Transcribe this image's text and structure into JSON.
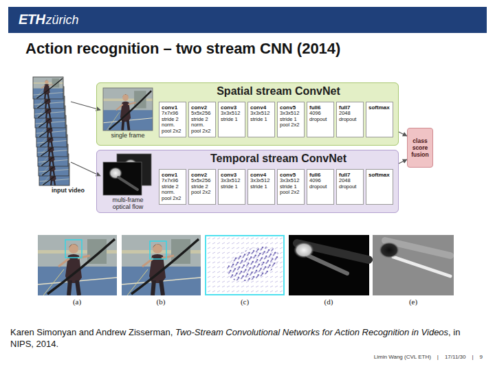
{
  "diagram": {
    "title": "Action recognition – two stream CNN (2014)",
    "nodes": [
      {
        "text": [
          "Spatial stream ConvNet"
        ]
      },
      {
        "text": [
          "conv1",
          "7x7x96 stride 2 norm. pool 2x2"
        ],
        "in": 0
      },
      {
        "text": [
          "conv2",
          "5x5x256 stride 2 norm. pool 2x2"
        ],
        "in": 0
      },
      {
        "text": [
          "conv3",
          "3x3x512 stride 1"
        ],
        "in": 0
      },
      {
        "text": [
          "conv4",
          "3x3x512 stride 1"
        ],
        "in": 0
      },
      {
        "text": [
          "conv5",
          "3x3x512 stride 1 pool 2x2"
        ],
        "in": 0
      },
      {
        "text": [
          "full6",
          "4096 dropout"
        ],
        "in": 0
      },
      {
        "text": [
          "full7",
          "2048 dropout"
        ],
        "in": 0
      },
      {
        "text": [
          "softmax"
        ],
        "in": 0
      },
      {
        "text": [
          "Temporal stream ConvNet"
        ]
      },
      {
        "text": [
          "conv1",
          "7x7x96 stride 2 norm. pool 2x2"
        ],
        "in": 9
      },
      {
        "text": [
          "conv2",
          "5x5x256 stride 2 pool 2x2"
        ],
        "in": 9
      },
      {
        "text": [
          "conv3",
          "3x3x512 stride 1"
        ],
        "in": 9
      },
      {
        "text": [
          "conv4",
          "3x3x512 stride 1"
        ],
        "in": 9
      },
      {
        "text": [
          "conv5",
          "3x3x512 stride 1 pool 2x2"
        ],
        "in": 9
      },
      {
        "text": [
          "full6",
          "4096 dropout"
        ],
        "in": 9
      },
      {
        "text": [
          "full7",
          "2048 dropout"
        ],
        "in": 9
      },
      {
        "text": [
          "softmax"
        ],
        "in": 9
      },
      {
        "text": [
          "class score fusion"
        ]
      }
    ],
    "edges": [
      {
        "from": 0,
        "to": 18,
        "arrow": "to"
      },
      {
        "from": 9,
        "to": 18,
        "arrow": "to"
      }
    ],
    "labels": [
      "ETH",
      "zürich",
      "single frame",
      "multi-frame optical flow",
      "input video",
      "(a)",
      "(b)",
      "(c)",
      "(d)",
      "(e)",
      "Karen Simonyan and Andrew Zisserman,",
      "Two-Stream Convolutional Networks for Action Recognition in Videos",
      ", in NIPS, 2014.",
      "Limin Wang (CVL ETH)",
      "|",
      "17/11/30",
      "|",
      "9"
    ]
  }
}
